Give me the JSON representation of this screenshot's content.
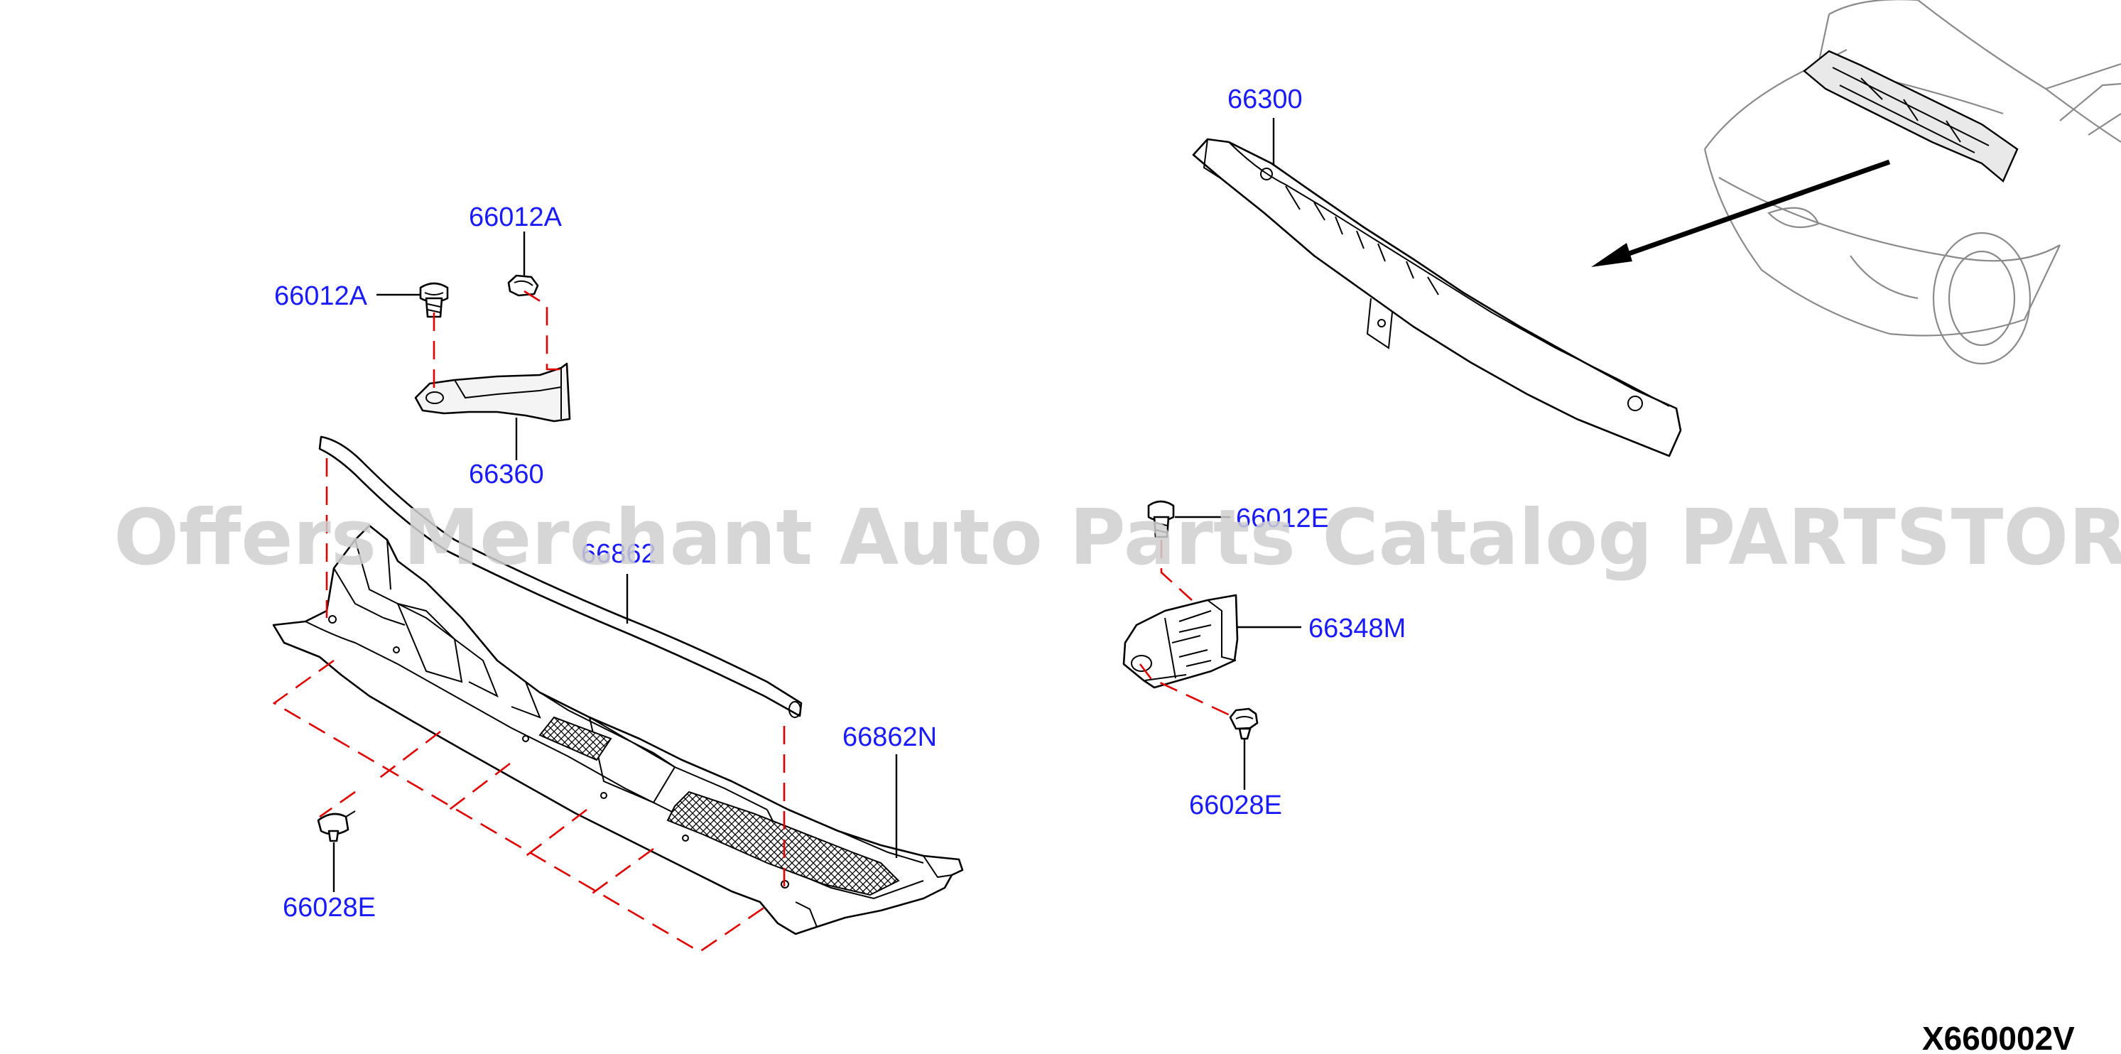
{
  "diagram": {
    "labels": {
      "p66300": "66300",
      "p66012A_top": "66012A",
      "p66012A_left": "66012A",
      "p66360": "66360",
      "p66012E": "66012E",
      "p66862": "66862",
      "p66348M": "66348M",
      "p66862N": "66862N",
      "p66028E_right": "66028E",
      "p66028E_left": "66028E"
    },
    "watermark": "Offers Merchant Auto Parts Catalog PARTSTORE.SA",
    "diagram_code": "X660002V",
    "colors": {
      "label": "#1a1aff",
      "connector_dash": "#e00000",
      "watermark": "#d0d0d0"
    }
  }
}
